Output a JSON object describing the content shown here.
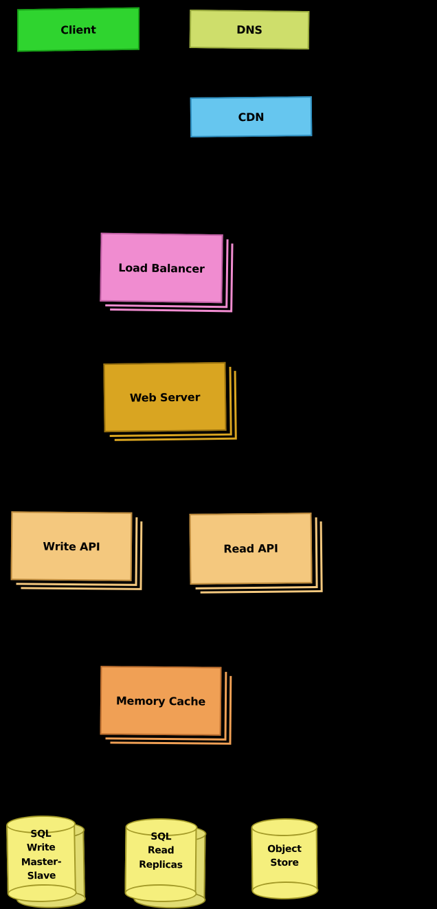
{
  "canvas": {
    "background_color": "#000000"
  },
  "nodes": {
    "client": {
      "label": "Client",
      "color": "#2fd42f",
      "shape": "box",
      "stacked": false
    },
    "dns": {
      "label": "DNS",
      "color": "#cede6b",
      "shape": "box",
      "stacked": false
    },
    "cdn": {
      "label": "CDN",
      "color": "#66c6ef",
      "shape": "box",
      "stacked": false
    },
    "load_balancer": {
      "label": "Load Balancer",
      "color": "#f08cd0",
      "shape": "box",
      "stacked": true
    },
    "web_server": {
      "label": "Web Server",
      "color": "#d9a521",
      "shape": "box",
      "stacked": true
    },
    "write_api": {
      "label": "Write API",
      "color": "#f4c87e",
      "shape": "box",
      "stacked": true
    },
    "read_api": {
      "label": "Read API",
      "color": "#f4c87e",
      "shape": "box",
      "stacked": true
    },
    "memory_cache": {
      "label": "Memory Cache",
      "color": "#f0a055",
      "shape": "box",
      "stacked": true
    },
    "sql_write": {
      "label": "SQL Write Master-Slave",
      "lines": [
        "SQL",
        "Write",
        "Master-",
        "Slave"
      ],
      "color": "#f5ef7d",
      "shape": "cylinder",
      "stacked": true
    },
    "sql_read": {
      "label": "SQL Read Replicas",
      "lines": [
        "SQL",
        "Read",
        "Replicas"
      ],
      "color": "#f5ef7d",
      "shape": "cylinder",
      "stacked": true
    },
    "object_store": {
      "label": "Object Store",
      "lines": [
        "Object",
        "Store"
      ],
      "color": "#f5ef7d",
      "shape": "cylinder",
      "stacked": false
    }
  }
}
